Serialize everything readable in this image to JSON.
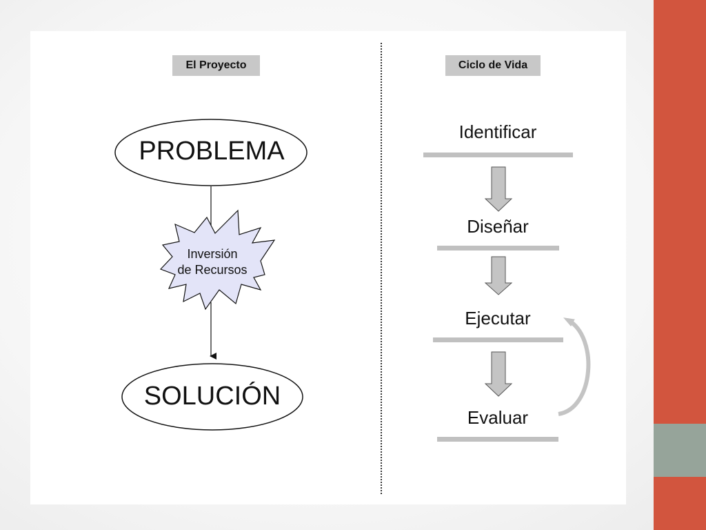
{
  "left_section": {
    "header": "El Proyecto",
    "top_node": "PROBLEMA",
    "middle_node": {
      "line1": "Inversión",
      "line2": "de Recursos"
    },
    "bottom_node": "SOLUCIÓN"
  },
  "right_section": {
    "header": "Ciclo de Vida",
    "steps": [
      "Identificar",
      "Diseñar",
      "Ejecutar",
      "Evaluar"
    ]
  },
  "colors": {
    "band": "#d2553e",
    "band_accent": "#96a49a",
    "tag_fill": "#c8c8c8",
    "burst_fill": "#e3e4f8",
    "step_bar": "#c0c0c0",
    "arrow_fill": "#c4c4c4"
  }
}
